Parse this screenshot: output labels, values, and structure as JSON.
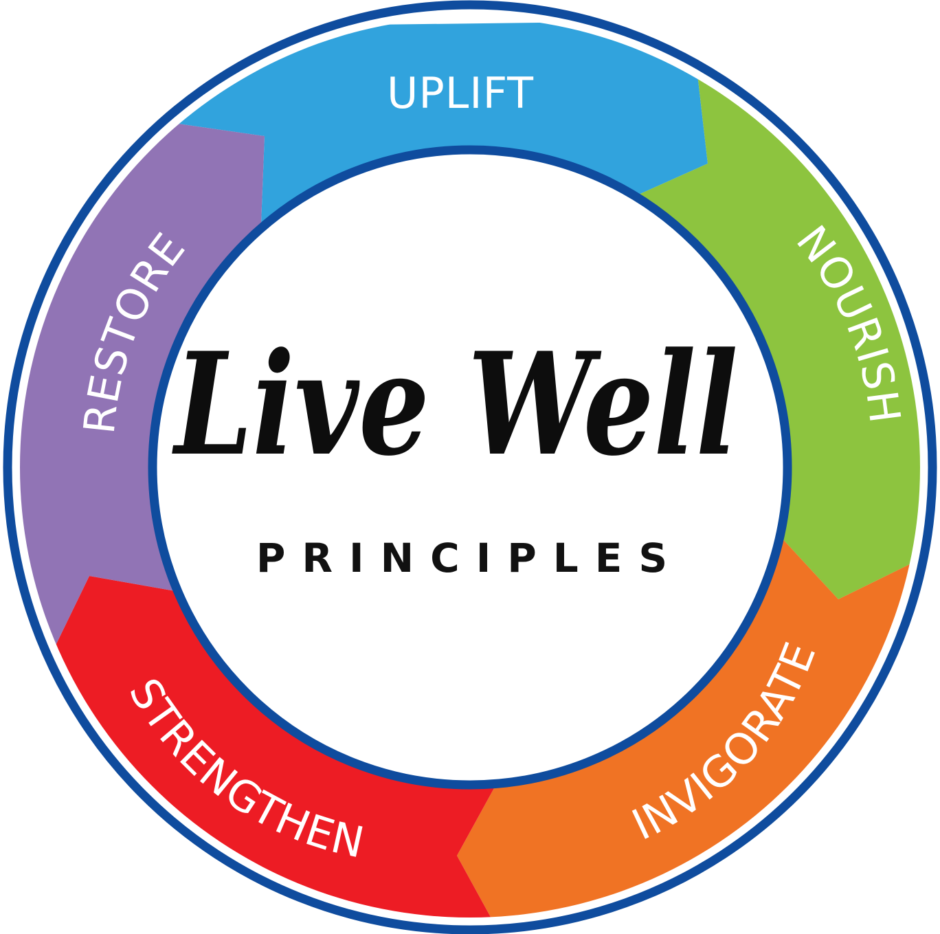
{
  "title": "Live Well",
  "subtitle": "PRINCIPLES",
  "colors": {
    "ring_border": "#0f4c9e",
    "center_fill": "#ffffff",
    "title_text": "#0d0d0d",
    "label_text": "#ffffff"
  },
  "segments": [
    {
      "label": "UPLIFT",
      "color": "#31a3dd"
    },
    {
      "label": "NOURISH",
      "color": "#8dc43f"
    },
    {
      "label": "INVIGORATE",
      "color": "#f07324"
    },
    {
      "label": "STRENGTHEN",
      "color": "#ed1c24"
    },
    {
      "label": "RESTORE",
      "color": "#9174b5"
    }
  ]
}
